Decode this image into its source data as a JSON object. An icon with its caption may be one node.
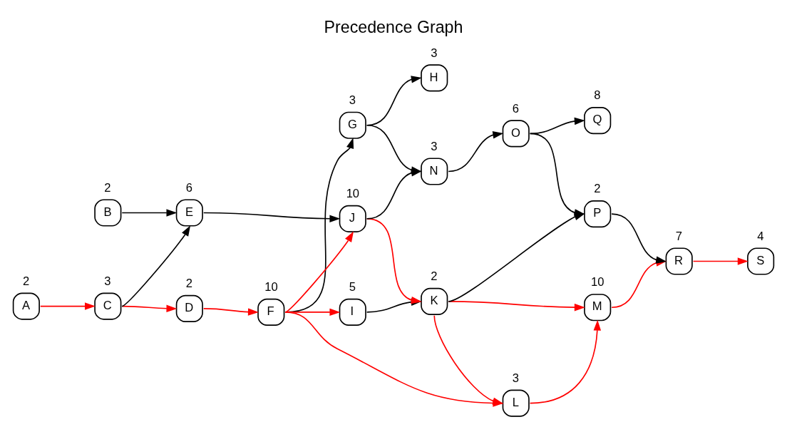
{
  "diagram": {
    "title": "Precedence Graph",
    "nodes": [
      {
        "text": [
          "A"
        ],
        "beside": [
          "2"
        ]
      },
      {
        "text": [
          "B"
        ],
        "beside": [
          "2"
        ]
      },
      {
        "text": [
          "C"
        ],
        "beside": [
          "3"
        ]
      },
      {
        "text": [
          "D"
        ],
        "beside": [
          "2"
        ]
      },
      {
        "text": [
          "E"
        ],
        "beside": [
          "6"
        ]
      },
      {
        "text": [
          "F"
        ],
        "beside": [
          "10"
        ]
      },
      {
        "text": [
          "G"
        ],
        "beside": [
          "3"
        ]
      },
      {
        "text": [
          "H"
        ],
        "beside": [
          "3"
        ]
      },
      {
        "text": [
          "I"
        ],
        "beside": [
          "5"
        ]
      },
      {
        "text": [
          "J"
        ],
        "beside": [
          "10"
        ]
      },
      {
        "text": [
          "K"
        ],
        "beside": [
          "2"
        ]
      },
      {
        "text": [
          "L"
        ],
        "beside": [
          "3"
        ]
      },
      {
        "text": [
          "M"
        ],
        "beside": [
          "10"
        ]
      },
      {
        "text": [
          "N"
        ],
        "beside": [
          "3"
        ]
      },
      {
        "text": [
          "O"
        ],
        "beside": [
          "6"
        ]
      },
      {
        "text": [
          "P"
        ],
        "beside": [
          "2"
        ]
      },
      {
        "text": [
          "Q"
        ],
        "beside": [
          "8"
        ]
      },
      {
        "text": [
          "R"
        ],
        "beside": [
          "7"
        ]
      },
      {
        "text": [
          "S"
        ],
        "beside": [
          "4"
        ]
      }
    ],
    "edges": [
      {
        "from": 0,
        "to": 2,
        "arrow": "to",
        "color": "#ff0000"
      },
      {
        "from": 2,
        "to": 3,
        "arrow": "to",
        "color": "#ff0000"
      },
      {
        "from": 2,
        "to": 4,
        "arrow": "to"
      },
      {
        "from": 1,
        "to": 4,
        "arrow": "to"
      },
      {
        "from": 3,
        "to": 5,
        "arrow": "to",
        "color": "#ff0000"
      },
      {
        "from": 5,
        "to": 6,
        "arrow": "to"
      },
      {
        "from": 5,
        "to": 11,
        "arrow": "to",
        "color": "#ff0000"
      },
      {
        "from": 5,
        "to": 8,
        "arrow": "to",
        "color": "#ff0000"
      },
      {
        "from": 5,
        "to": 9,
        "arrow": "to",
        "color": "#ff0000"
      },
      {
        "from": 4,
        "to": 9,
        "arrow": "to"
      },
      {
        "from": 6,
        "to": 7,
        "arrow": "to"
      },
      {
        "from": 6,
        "to": 13,
        "arrow": "to"
      },
      {
        "from": 8,
        "to": 10,
        "arrow": "to"
      },
      {
        "from": 9,
        "to": 10,
        "arrow": "to",
        "color": "#ff0000"
      },
      {
        "from": 9,
        "to": 13,
        "arrow": "to"
      },
      {
        "from": 10,
        "to": 11,
        "arrow": "to",
        "color": "#ff0000"
      },
      {
        "from": 10,
        "to": 12,
        "arrow": "to",
        "color": "#ff0000"
      },
      {
        "from": 10,
        "to": 15,
        "arrow": "to"
      },
      {
        "from": 11,
        "to": 12,
        "arrow": "to",
        "color": "#ff0000"
      },
      {
        "from": 12,
        "to": 17,
        "arrow": "to",
        "color": "#ff0000"
      },
      {
        "from": 13,
        "to": 14,
        "arrow": "to"
      },
      {
        "from": 14,
        "to": 16,
        "arrow": "to"
      },
      {
        "from": 14,
        "to": 15,
        "arrow": "to"
      },
      {
        "from": 15,
        "to": 17,
        "arrow": "to"
      },
      {
        "from": 17,
        "to": 18,
        "arrow": "to",
        "color": "#ff0000"
      }
    ]
  }
}
